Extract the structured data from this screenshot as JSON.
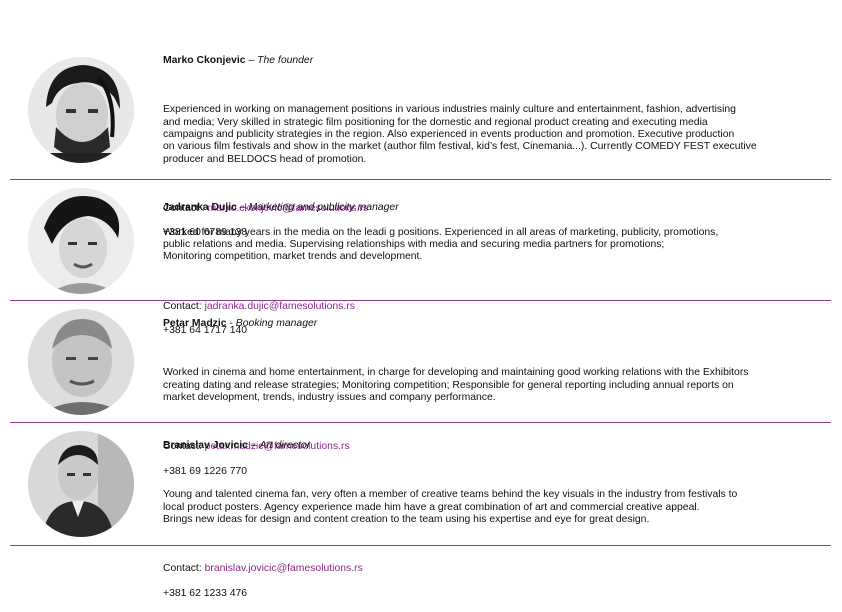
{
  "team": [
    {
      "name": "Marko Ckonjevic",
      "separator": " – ",
      "role": "The founder",
      "description": "Experienced in working on management positions in various industries mainly culture and entertainment, fashion, advertising\nand media; Very skilled in strategic film positioning for the domestic and regional product creating and executing media\ncampaigns and publicity strategies in the region. Also experienced in events production and promotion. Executive production\non various film festivals and show in the market (author film festival, kid’s fest, Cinemania...). Currently COMEDY FEST executive\nproducer and BELDOCS head of promotion.",
      "contact_label": "Contact : ",
      "email": "marko.ckonjevic@famesolutions.rs",
      "phone": "+381 60 6789 138"
    },
    {
      "name": "Jadranka Dujic",
      "separator": " – ",
      "role": "Marketing and publicity manager",
      "description": "Worked for many years in the media on the leadi g positions. Experienced in all areas of marketing, publicity, promotions,\npublic relations and media. Supervising relationships with media and securing media partners for promotions;\nMonitoring competition, market trends and development.",
      "contact_label": "Contact: ",
      "email": "jadranka.dujic@famesolutions.rs",
      "phone": "+381 64 1717 140"
    },
    {
      "name": "Petar Madzic",
      "separator": " - ",
      "role": "Booking manager",
      "description": "Worked in cinema and home entertainment, in charge for developing and maintaining good working relations with the Exhibitors\ncreating dating and release strategies; Monitoring competition; Responsible for general reporting including annual reports on\nmarket development, trends, industry issues and company performance.",
      "contact_label": "Contact: ",
      "email": "petar.madzic@famesolutions.rs",
      "phone": "+381 69 1226 770"
    },
    {
      "name": "Branislav Jovicic",
      "separator": " – ",
      "role": "Art director",
      "description": "Young and talented cinema fan, very often a member of creative teams behind the key visuals in the industry from festivals to\nlocal product posters. Agency experience made him have a great combination of art and commercial creative appeal.\nBrings new ideas for design and content creation to the team using his expertise and eye for great design.",
      "contact_label": "Contact: ",
      "email": "branislav.jovicic@famesolutions.rs",
      "phone": "+381 62 1233 476"
    }
  ],
  "colors": {
    "accent": "#8e3d8e",
    "link": "#8a2a8a",
    "text": "#111111"
  }
}
